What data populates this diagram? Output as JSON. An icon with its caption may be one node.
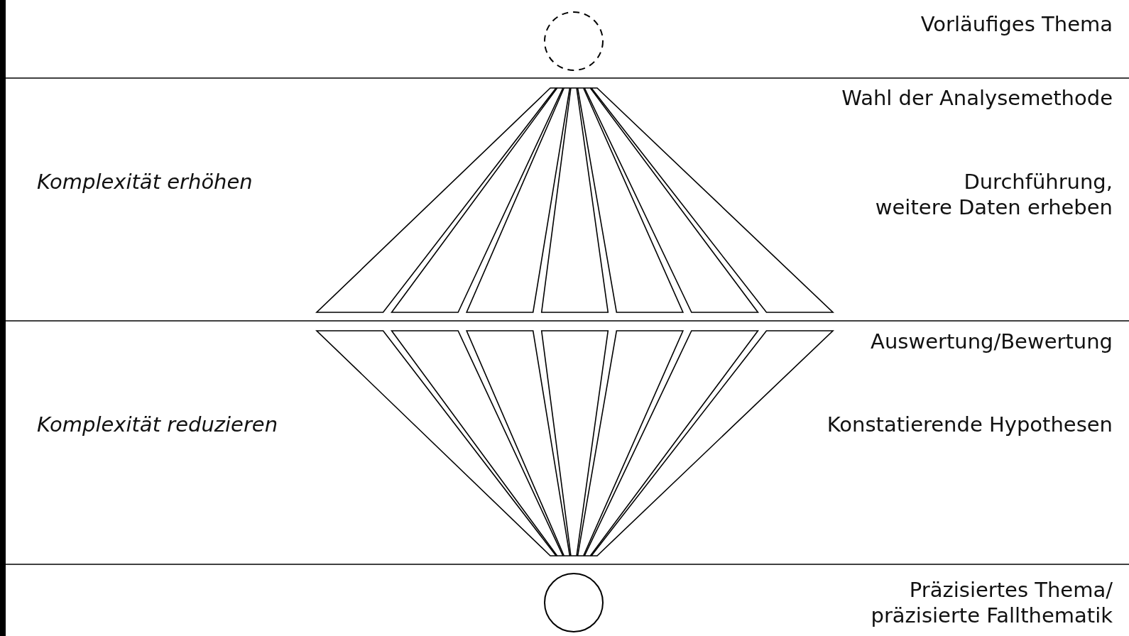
{
  "diagram": {
    "nodes": [
      {
        "text": [],
        "shape": "circle"
      },
      {
        "text": [],
        "shape": "circle"
      }
    ],
    "labels": [
      "Vorläufiges Thema",
      "Wahl der Analysemethode",
      "Komplexität erhöhen",
      "Durchführung, weitere Daten erheben",
      "Auswertung/Bewertung",
      "Komplexität reduzieren",
      "Konstatierende Hypothesen",
      "Präzisiertes Thema/ präzisierte Fallthematik"
    ]
  }
}
